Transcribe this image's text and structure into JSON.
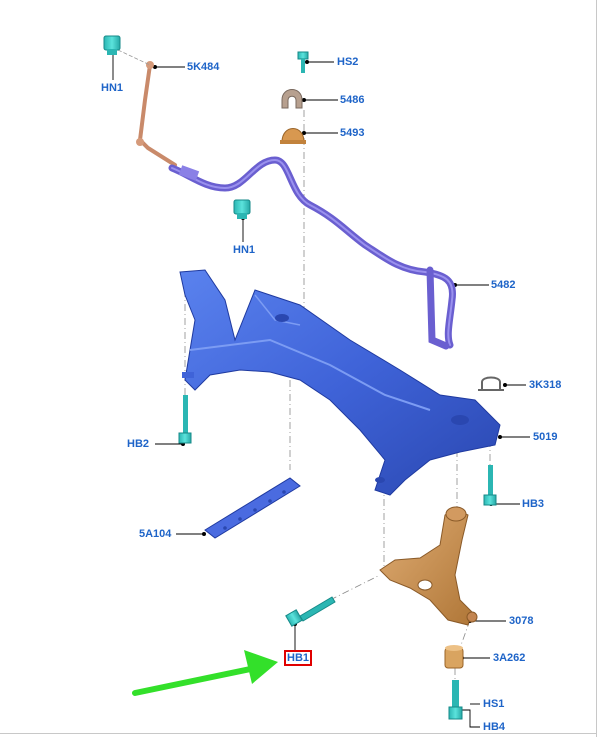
{
  "colors": {
    "label": "#1e64c8",
    "subframe": "#3f63d8",
    "stabilizer_bar": "#6a5fd0",
    "link": "#c98a6a",
    "control_arm": "#c98f55",
    "fastener": "#38c9c4",
    "bushing": "#d89850",
    "highlight_box": "#e00000",
    "pointer_arrow": "#33e02a"
  },
  "highlighted": "hb1",
  "labels": {
    "hn1_top": "HN1",
    "p5k484": "5K484",
    "hs2": "HS2",
    "p5486": "5486",
    "p5493": "5493",
    "hn1_mid": "HN1",
    "p5482": "5482",
    "p3k318": "3K318",
    "p5019": "5019",
    "hb2": "HB2",
    "hb3": "HB3",
    "p5a104": "5A104",
    "p3078": "3078",
    "hb1": "HB1",
    "p3a262": "3A262",
    "hs1": "HS1",
    "hb4": "HB4"
  }
}
